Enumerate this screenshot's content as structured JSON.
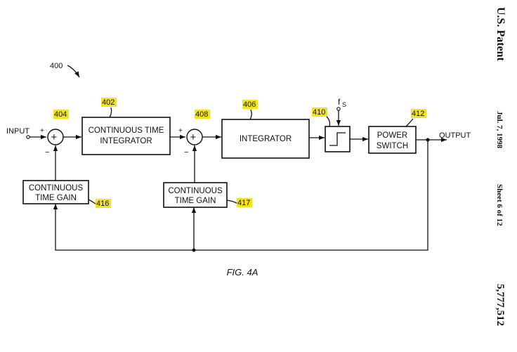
{
  "header": {
    "patent": "U.S. Patent",
    "date": "Jul. 7, 1998",
    "sheet": "Sheet 6 of 12",
    "number": "5,777,512"
  },
  "figure": {
    "ref": "400",
    "caption": "FIG. 4A",
    "input_label": "INPUT",
    "output_label": "OUTPUT",
    "fs_label": "f",
    "fs_sub": "S",
    "plus": "+",
    "minus": "−",
    "blocks": {
      "cti_line1": "CONTINUOUS TIME",
      "cti_line2": "INTEGRATOR",
      "integrator": "INTEGRATOR",
      "power_line1": "POWER",
      "power_line2": "SWITCH",
      "gain_line1": "CONTINUOUS",
      "gain_line2": "TIME GAIN"
    },
    "refs": {
      "r402": "402",
      "r404": "404",
      "r406": "406",
      "r408": "408",
      "r410": "410",
      "r412": "412",
      "r416": "416",
      "r417": "417"
    },
    "highlight_color": "#f2e31a"
  }
}
